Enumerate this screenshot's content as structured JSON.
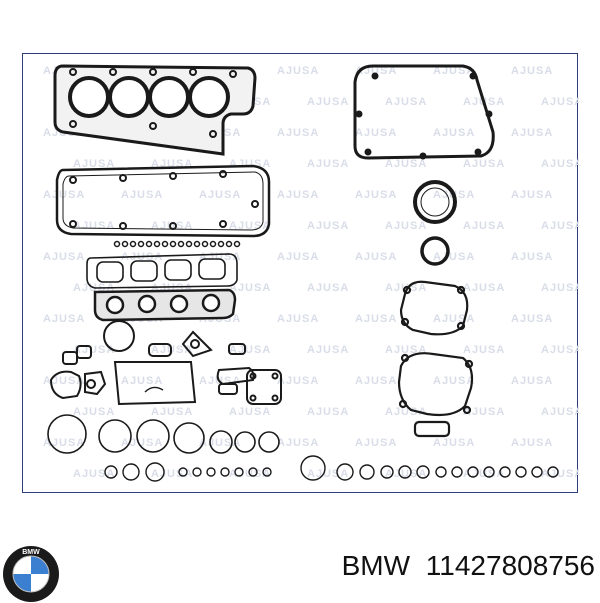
{
  "image": {
    "subject": "gasket-set",
    "watermark_text": "AJUSA"
  },
  "product": {
    "brand": "BMW",
    "part_number": "11427808756"
  },
  "logo": {
    "letters": "BMW",
    "colors": {
      "ring": "#1a1a1a",
      "blue": "#3b7fd1",
      "white": "#ffffff"
    }
  }
}
